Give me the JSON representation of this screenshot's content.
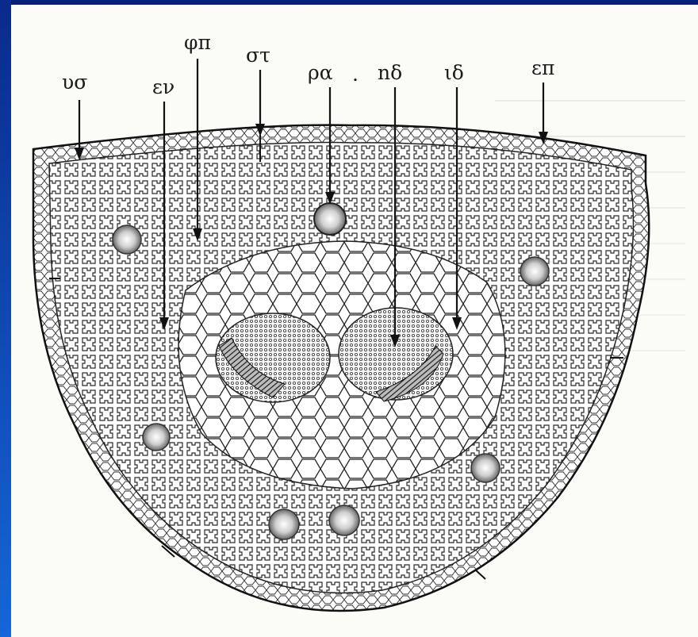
{
  "figure": {
    "labels": {
      "us": "υσ",
      "en": "εν",
      "fp": "φπ",
      "st": "στ",
      "ra": "ρα",
      "dot": ".",
      "nd": "nδ",
      "id": "ιδ",
      "ep": "επ"
    }
  },
  "colors": {
    "background": "#0a2a8c",
    "paper": "#fbfbf7",
    "ink": "#111111"
  }
}
